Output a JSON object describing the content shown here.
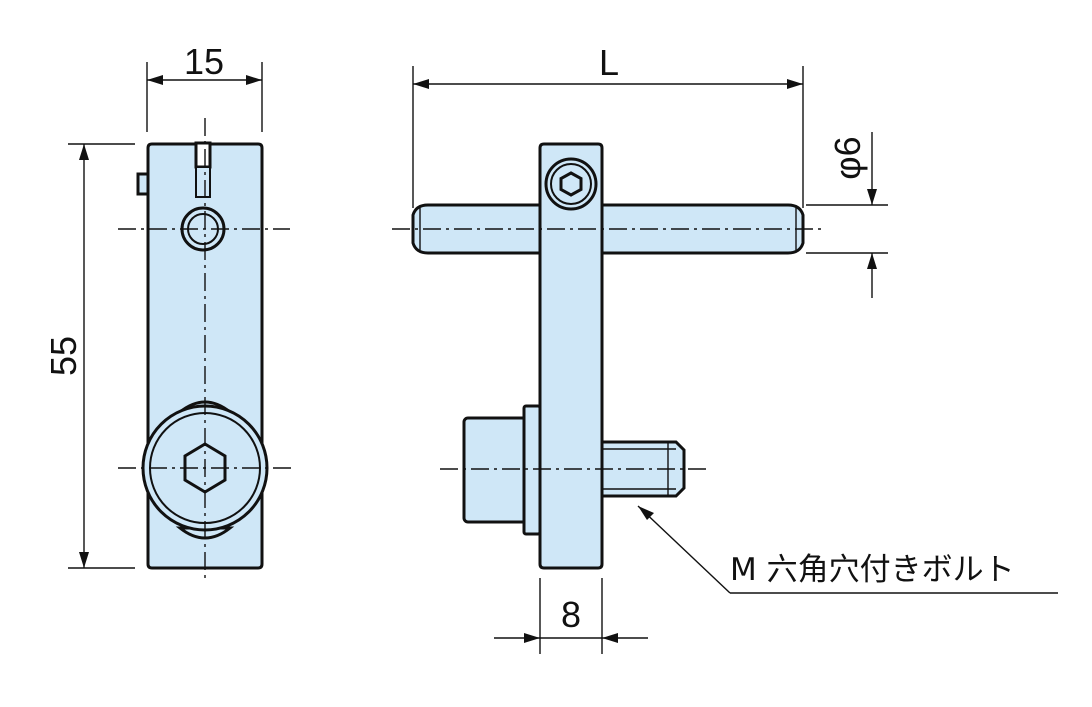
{
  "dimensions": {
    "width_label": "15",
    "height_label": "55",
    "length_label": "L",
    "diameter_label": "φ6",
    "thickness_label": "8"
  },
  "callout": {
    "bolt_label": "M 六角穴付きボルト"
  },
  "colors": {
    "part_fill": "#cfe7f7",
    "line": "#111111"
  }
}
